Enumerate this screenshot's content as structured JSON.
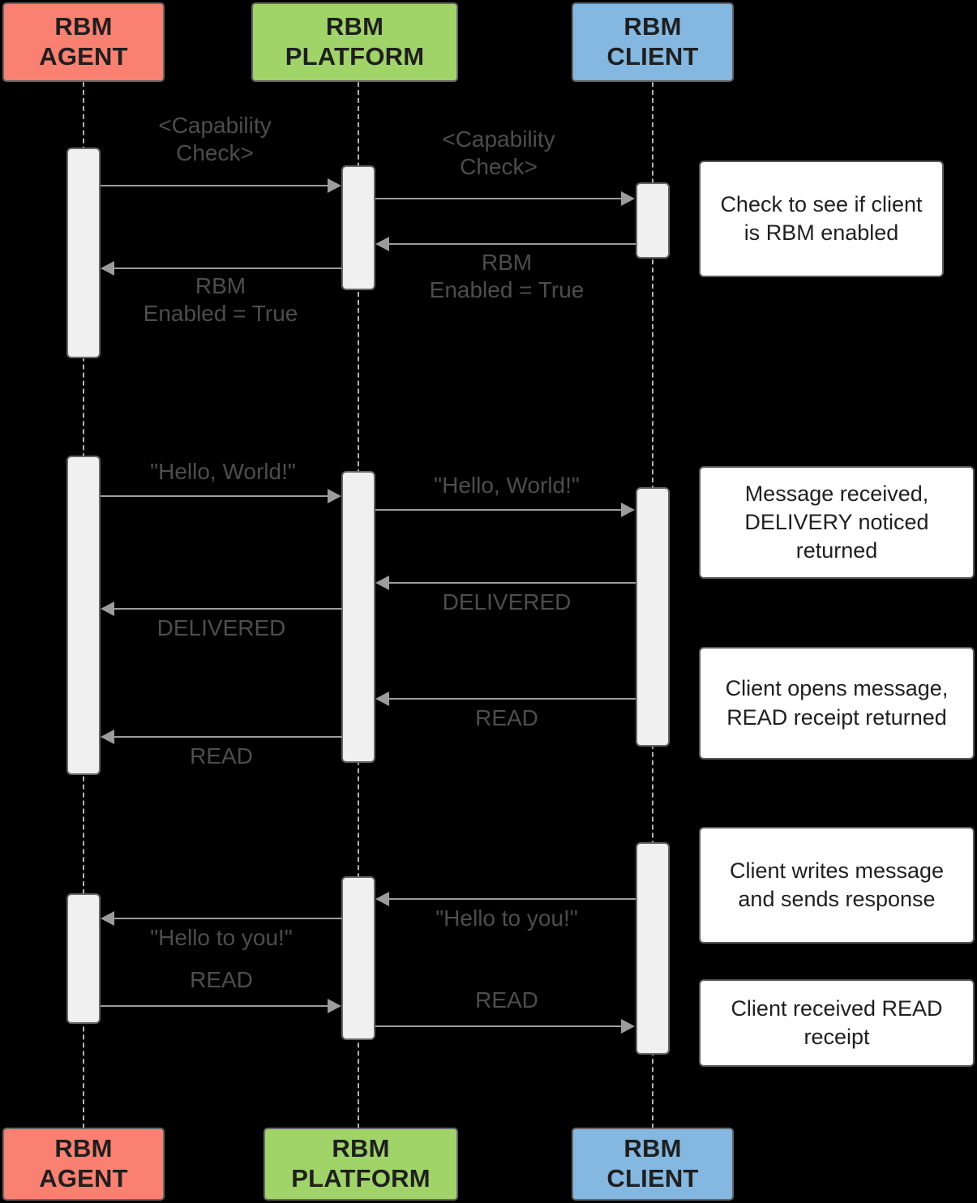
{
  "diagram": {
    "title": "RBM sequence diagram",
    "colors": {
      "agent": "#fa8072",
      "platform": "#a0d468",
      "client": "#85b8e0",
      "activation": "#f0f0f0",
      "arrow": "#9c9c9c",
      "note_bg": "#ffffff",
      "background": "#000000"
    }
  },
  "actors": [
    {
      "id": "agent",
      "line1": "RBM",
      "line2": "AGENT"
    },
    {
      "id": "platform",
      "line1": "RBM",
      "line2": "PLATFORM"
    },
    {
      "id": "client",
      "line1": "RBM",
      "line2": "CLIENT"
    }
  ],
  "footer_actors": [
    {
      "id": "agent",
      "line1": "RBM",
      "line2": "AGENT"
    },
    {
      "id": "platform",
      "line1": "RBM",
      "line2": "PLATFORM"
    },
    {
      "id": "client",
      "line1": "RBM",
      "line2": "CLIENT"
    }
  ],
  "messages": [
    {
      "id": "m1",
      "label": "<Capability\nCheck>",
      "from": "agent",
      "to": "platform",
      "direction": "right"
    },
    {
      "id": "m2",
      "label": "<Capability\nCheck>",
      "from": "platform",
      "to": "client",
      "direction": "right"
    },
    {
      "id": "m3",
      "label": "RBM\nEnabled = True",
      "from": "client",
      "to": "platform",
      "direction": "left"
    },
    {
      "id": "m4",
      "label": "RBM\nEnabled = True",
      "from": "platform",
      "to": "agent",
      "direction": "left"
    },
    {
      "id": "m5",
      "label": "\"Hello, World!\"",
      "from": "agent",
      "to": "platform",
      "direction": "right"
    },
    {
      "id": "m6",
      "label": "\"Hello, World!\"",
      "from": "platform",
      "to": "client",
      "direction": "right"
    },
    {
      "id": "m7",
      "label": "DELIVERED",
      "from": "client",
      "to": "platform",
      "direction": "left"
    },
    {
      "id": "m8",
      "label": "DELIVERED",
      "from": "platform",
      "to": "agent",
      "direction": "left"
    },
    {
      "id": "m9",
      "label": "READ",
      "from": "client",
      "to": "platform",
      "direction": "left"
    },
    {
      "id": "m10",
      "label": "READ",
      "from": "platform",
      "to": "agent",
      "direction": "left"
    },
    {
      "id": "m11",
      "label": "\"Hello to you!\"",
      "from": "client",
      "to": "platform",
      "direction": "left"
    },
    {
      "id": "m12",
      "label": "\"Hello to you!\"",
      "from": "platform",
      "to": "agent",
      "direction": "left"
    },
    {
      "id": "m13",
      "label": "READ",
      "from": "agent",
      "to": "platform",
      "direction": "right"
    },
    {
      "id": "m14",
      "label": "READ",
      "from": "platform",
      "to": "client",
      "direction": "right"
    }
  ],
  "notes": [
    {
      "id": "n1",
      "text": "Check to see if client is RBM enabled"
    },
    {
      "id": "n2",
      "text": "Message received, DELIVERY noticed returned"
    },
    {
      "id": "n3",
      "text": "Client opens message, READ receipt returned"
    },
    {
      "id": "n4",
      "text": "Client writes message and sends response"
    },
    {
      "id": "n5",
      "text": "Client received READ receipt"
    }
  ]
}
